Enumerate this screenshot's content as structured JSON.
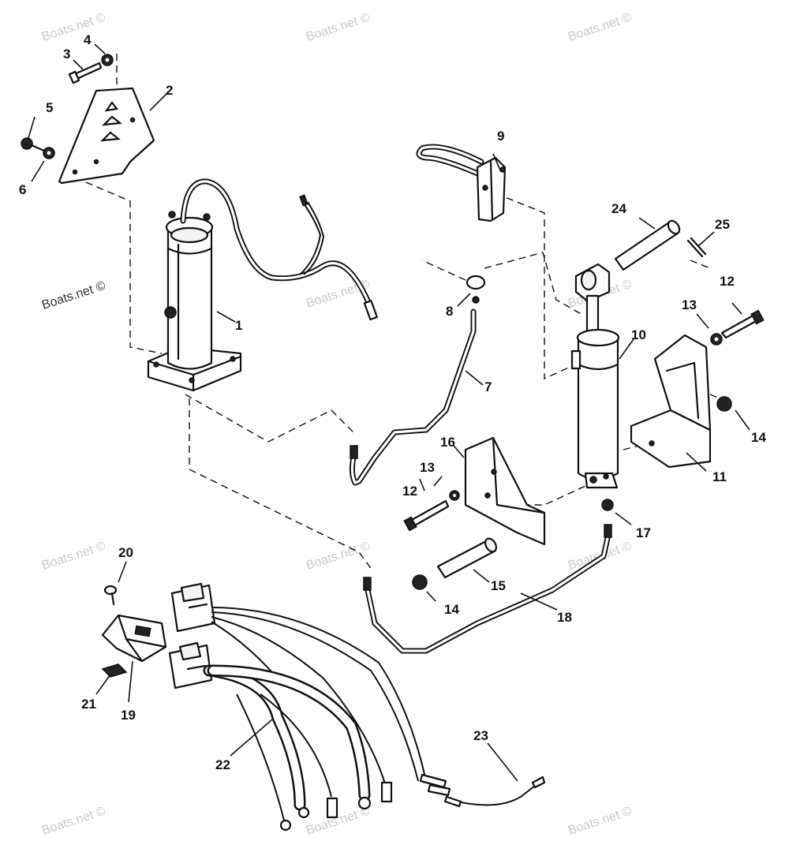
{
  "watermark": {
    "text": "Boats.net ©"
  },
  "callouts": {
    "c1": "1",
    "c2": "2",
    "c3": "3",
    "c4": "4",
    "c5": "5",
    "c6": "6",
    "c7": "7",
    "c8": "8",
    "c9": "9",
    "c10": "10",
    "c11": "11",
    "c12a": "12",
    "c12b": "12",
    "c13a": "13",
    "c13b": "13",
    "c14a": "14",
    "c14b": "14",
    "c15": "15",
    "c16": "16",
    "c17": "17",
    "c18": "18",
    "c19": "19",
    "c20": "20",
    "c21": "21",
    "c22": "22",
    "c23": "23",
    "c24": "24",
    "c25": "25"
  }
}
